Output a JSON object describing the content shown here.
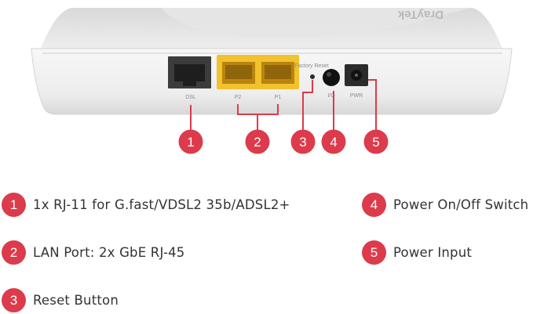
{
  "image": {
    "brand_logo_text": "DrayTek",
    "port_labels": {
      "dsl": "DSL",
      "p2": "P2",
      "p1": "P1",
      "factory_reset": "Factory Reset",
      "power_switch": "I/O",
      "power_input": "PWR"
    },
    "callouts": [
      "1",
      "2",
      "3",
      "4",
      "5"
    ]
  },
  "legend": [
    {
      "number": "1",
      "text": "1x RJ-11 for G.fast/VDSL2 35b/ADSL2+"
    },
    {
      "number": "2",
      "text": "LAN Port: 2x GbE RJ-45"
    },
    {
      "number": "3",
      "text": "Reset Button"
    },
    {
      "number": "4",
      "text": "Power On/Off Switch"
    },
    {
      "number": "5",
      "text": "Power Input"
    }
  ],
  "colors": {
    "accent": "#dc3b4c",
    "lan_port": "#f2c12e",
    "device_body": "#ececec",
    "text": "#333333"
  }
}
